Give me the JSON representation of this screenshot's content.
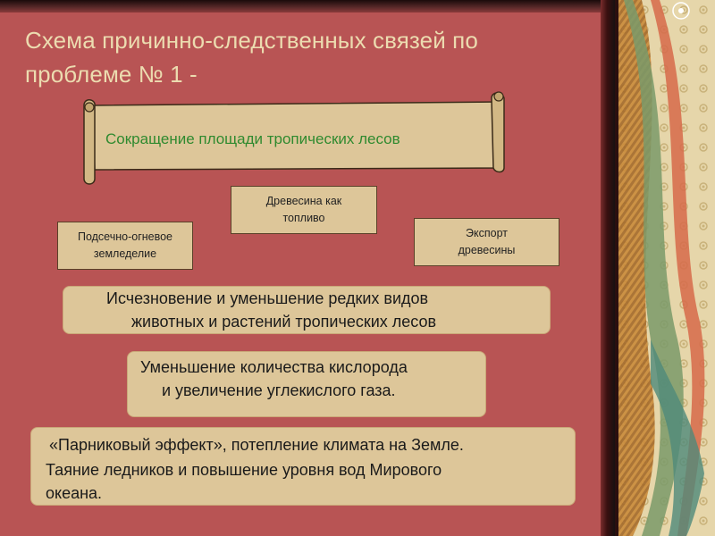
{
  "title": {
    "line1": "Схема причинно-следственных связей по",
    "line2": "проблеме № 1 -"
  },
  "scroll": {
    "text": "Сокращение площади тропических лесов",
    "text_color": "#2f8a2f"
  },
  "causes": {
    "slash_burn": {
      "line1": "Подсечно-огневое",
      "line2": "земледелие"
    },
    "fuel": {
      "line1": "Древесина как",
      "line2": "топливо"
    },
    "export": {
      "line1": "Экспорт",
      "line2": "древесины"
    }
  },
  "effects": {
    "species": {
      "line1": "Исчезновение и  уменьшение редких видов",
      "line2": "животных и растений  тропических лесов"
    },
    "oxygen": {
      "line1": "Уменьшение количества кислорода",
      "line2": "и увеличение углекислого  газа."
    },
    "greenhouse": {
      "line1": "«Парниковый  эффект», потепление климата на Земле.",
      "line2": "Таяние     ледников  и повышение уровня вод Мирового",
      "line3": "океана."
    }
  },
  "colors": {
    "background": "#b85454",
    "title": "#ecdcb0",
    "box_fill": "#ddc699"
  }
}
